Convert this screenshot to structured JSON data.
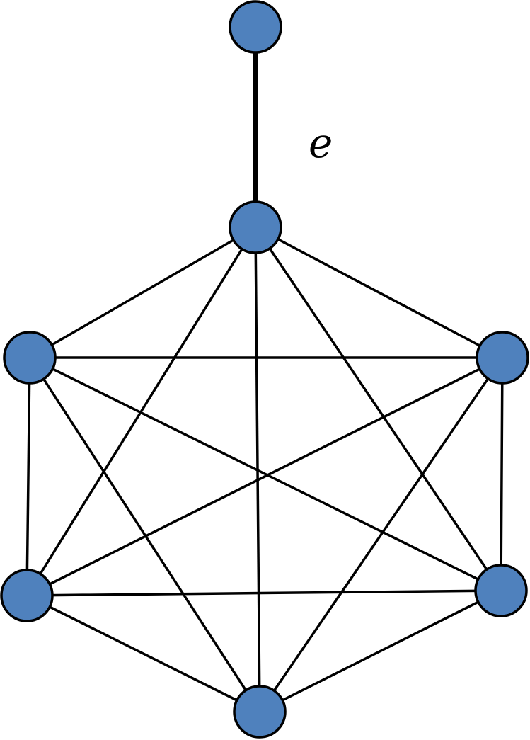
{
  "diagram": {
    "node_color": "#4f81bd",
    "line_color": "#000000",
    "nodes": [
      "top",
      "hub",
      "left-upper",
      "right-upper",
      "left-lower",
      "right-lower",
      "bottom"
    ],
    "edges": [
      {
        "from": "top",
        "to": "hub",
        "bridge": true,
        "label": "e"
      },
      {
        "from": "hub",
        "to": "left-upper"
      },
      {
        "from": "hub",
        "to": "right-upper"
      },
      {
        "from": "hub",
        "to": "left-lower"
      },
      {
        "from": "hub",
        "to": "right-lower"
      },
      {
        "from": "hub",
        "to": "bottom"
      },
      {
        "from": "left-upper",
        "to": "right-upper"
      },
      {
        "from": "left-upper",
        "to": "left-lower"
      },
      {
        "from": "left-upper",
        "to": "right-lower"
      },
      {
        "from": "left-upper",
        "to": "bottom"
      },
      {
        "from": "right-upper",
        "to": "left-lower"
      },
      {
        "from": "right-upper",
        "to": "right-lower"
      },
      {
        "from": "right-upper",
        "to": "bottom"
      },
      {
        "from": "left-lower",
        "to": "right-lower"
      },
      {
        "from": "left-lower",
        "to": "bottom"
      },
      {
        "from": "right-lower",
        "to": "bottom"
      }
    ]
  }
}
